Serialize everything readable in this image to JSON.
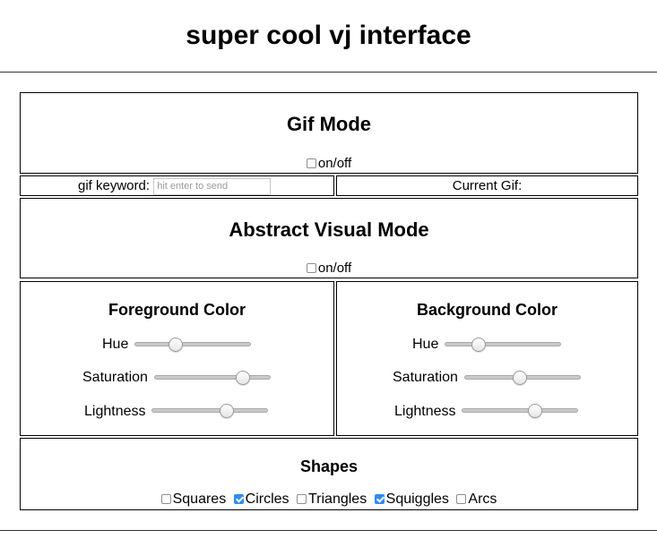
{
  "page_title": "super cool vj interface",
  "gif_mode": {
    "title": "Gif Mode",
    "toggle_label": "on/off",
    "toggle_checked": false
  },
  "gif_keyword": {
    "label": "gif keyword:",
    "placeholder": "hit enter to send"
  },
  "current_gif": {
    "label": "Current Gif:"
  },
  "abstract_mode": {
    "title": "Abstract Visual Mode",
    "toggle_label": "on/off",
    "toggle_checked": false
  },
  "foreground": {
    "title": "Foreground Color",
    "sliders": [
      {
        "label": "Hue",
        "value": 0.33
      },
      {
        "label": "Saturation",
        "value": 0.8
      },
      {
        "label": "Lightness",
        "value": 0.67
      }
    ]
  },
  "background": {
    "title": "Background Color",
    "sliders": [
      {
        "label": "Hue",
        "value": 0.26
      },
      {
        "label": "Saturation",
        "value": 0.47
      },
      {
        "label": "Lightness",
        "value": 0.65
      }
    ]
  },
  "shapes": {
    "title": "Shapes",
    "items": [
      {
        "label": "Squares",
        "checked": false
      },
      {
        "label": "Circles",
        "checked": true
      },
      {
        "label": "Triangles",
        "checked": false
      },
      {
        "label": "Squiggles",
        "checked": true
      },
      {
        "label": "Arcs",
        "checked": false
      }
    ]
  },
  "colors": {
    "checkbox_accent": "#2f8cf2",
    "slider_track": "#c9c9c9"
  }
}
